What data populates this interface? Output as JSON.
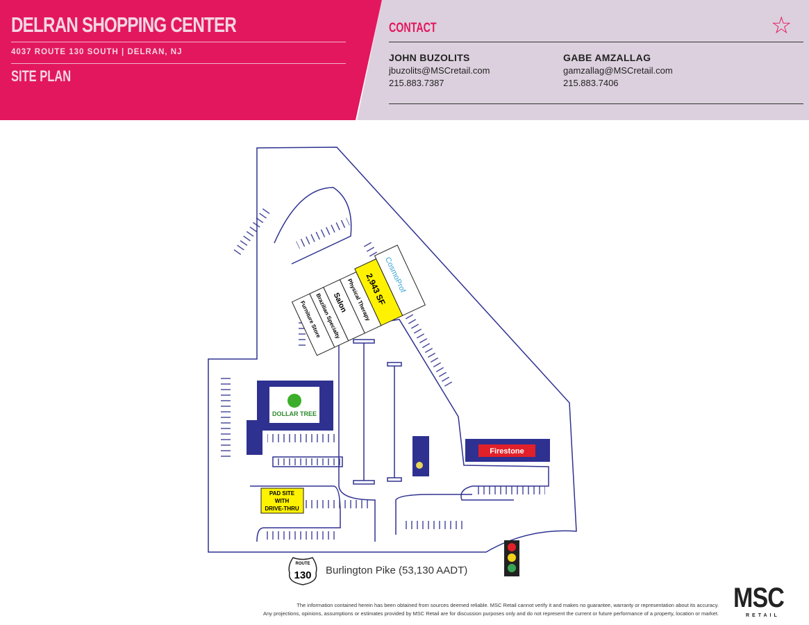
{
  "header": {
    "title": "DELRAN SHOPPING CENTER",
    "address": "4037 ROUTE 130 SOUTH  |  DELRAN, NJ",
    "subtitle": "SITE PLAN"
  },
  "contact": {
    "heading": "CONTACT",
    "people": [
      {
        "name": "JOHN BUZOLITS",
        "email": "jbuzolits@MSCretail.com",
        "phone": "215.883.7387"
      },
      {
        "name": "GABE AMZALLAG",
        "email": "gamzallag@MSCretail.com",
        "phone": "215.883.7406"
      }
    ]
  },
  "site_plan": {
    "units": [
      "Furniture Store",
      "Brazilian Specialty",
      "Salon",
      "Physical Therapy"
    ],
    "available": "2,943 SF",
    "cosmoprof": "CosmoProf",
    "dollar_tree": "DOLLAR TREE",
    "firestone": "Firestone",
    "pad_site": [
      "PAD SITE",
      "WITH",
      "DRIVE-THRU"
    ],
    "route_shield": {
      "top": "ROUTE",
      "number": "130"
    },
    "road_label": "Burlington Pike (53,130 AADT)"
  },
  "footer": {
    "disclaimer_1": "The information contained herein has been obtained from sources deemed reliable. MSC Retail cannot verify it and makes no guarantee, warranty or representation about its accuracy.",
    "disclaimer_2": "Any projections, opinions, assumptions or estimates provided by MSC Retail are for discussion purposes only and do not represent the current or future performance of a property, location or market.",
    "logo_main": "MSC",
    "logo_sub": "RETAIL"
  },
  "colors": {
    "brand": "#E3175E",
    "panel": "#DCD0DE",
    "navy": "#2E3190",
    "vacant": "#FFF200"
  }
}
